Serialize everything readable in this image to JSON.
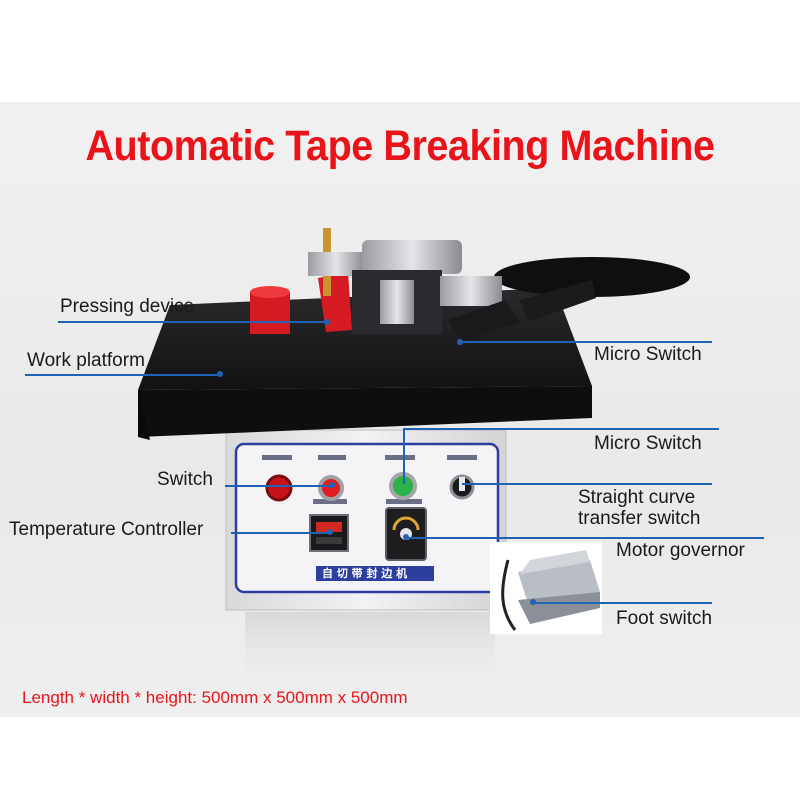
{
  "title": "Automatic Tape Breaking Machine",
  "labels": {
    "pressing_device": "Pressing device",
    "work_platform": "Work platform",
    "micro_switch_1": "Micro Switch",
    "micro_switch_2": "Micro Switch",
    "switch": "Switch",
    "straight_curve_line1": "Straight curve",
    "straight_curve_line2": "transfer switch",
    "temperature_controller": "Temperature Controller",
    "motor_governor": "Motor governor",
    "foot_switch": "Foot switch"
  },
  "dimensions_text": "Length * width * height: 500mm x 500mm x 500mm",
  "colors": {
    "title": "#e8141a",
    "leader_line": "#1e63b4",
    "footer": "#e8141a"
  }
}
